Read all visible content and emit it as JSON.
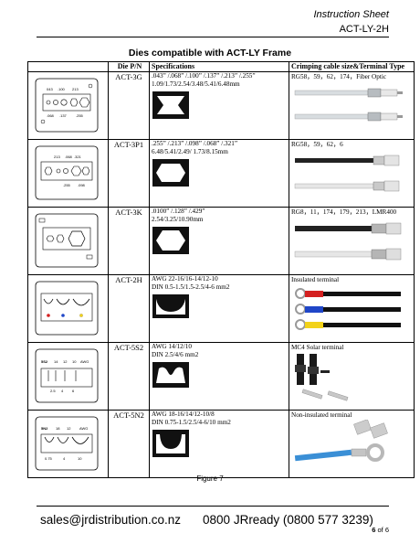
{
  "header": {
    "title": "Instruction Sheet",
    "model": "ACT-LY-2H"
  },
  "doc_title": "Dies compatible with ACT-LY Frame",
  "table": {
    "columns": [
      "",
      "Die P/N",
      "Specifications",
      "Crimping cable size&Terminal Type"
    ],
    "rows": [
      {
        "die_pn": "ACT-3G",
        "spec": [
          ".043” /.068” /.100” /.137” /.213” /.255”",
          "1.09/1.73/2.54/3.48/5.41/6.48mm"
        ],
        "crimp": "RG58，59，62，174，Fiber Optic",
        "die_marks": [
          "043",
          ".100",
          "213",
          ".068",
          ".137",
          ".255"
        ]
      },
      {
        "die_pn": "ACT-3P1",
        "spec": [
          ".255” /.213” /.098” /.068” /.321”",
          "6.48/5.41/2.49/ 1.73/8.15mm"
        ],
        "crimp": "RG58，59，62，6",
        "die_marks": [
          "213",
          ".068",
          ".321",
          ".255",
          ".098"
        ]
      },
      {
        "die_pn": "ACT-3K",
        "spec": [
          ".0100” /.128” /.429”",
          "2.54/3.25/10.90mm"
        ],
        "crimp": "RG8，11，174，179，213，LMR400",
        "die_marks": []
      },
      {
        "die_pn": "ACT-2H",
        "spec": [
          "AWG 22-16/16-14/12-10",
          "DIN 0.5-1.5/1.5-2.5/4-6 mm2"
        ],
        "crimp": "Insulated terminal",
        "die_marks": []
      },
      {
        "die_pn": "ACT-5S2",
        "spec": [
          "AWG 14/12/10",
          "DIN 2.5/4/6 mm2"
        ],
        "crimp": "MC4 Solar terminal",
        "die_marks": [
          "5S2",
          "14",
          "12",
          "10",
          "AWG",
          "2.5",
          "4",
          "6"
        ]
      },
      {
        "die_pn": "ACT-5N2",
        "spec": [
          "AWG 18-16/14/12-10/8",
          "DIN 0.75-1.5/2.5/4-6/10 mm2"
        ],
        "crimp": "Non-insulated terminal",
        "die_marks": [
          "5N2",
          "18",
          "12",
          "AWG",
          "0.75",
          "4",
          "10"
        ]
      }
    ]
  },
  "figure_caption": "Figure 7",
  "footer": {
    "email": "sales@jrdistribution.co.nz",
    "phone": "0800 JRready (0800 577 3239)",
    "page": "6",
    "page_of": "of 6"
  },
  "colors": {
    "text": "#000000",
    "terminal_red": "#d42020",
    "terminal_blue": "#1f46c8",
    "terminal_yellow": "#f2d21a",
    "cable_blue": "#3a8fd6"
  },
  "icons": [
    "die-face-image",
    "crimp-profile-image",
    "coax-cable-image",
    "insulated-terminal-image",
    "mc4-connector-image",
    "ring-terminal-image"
  ]
}
